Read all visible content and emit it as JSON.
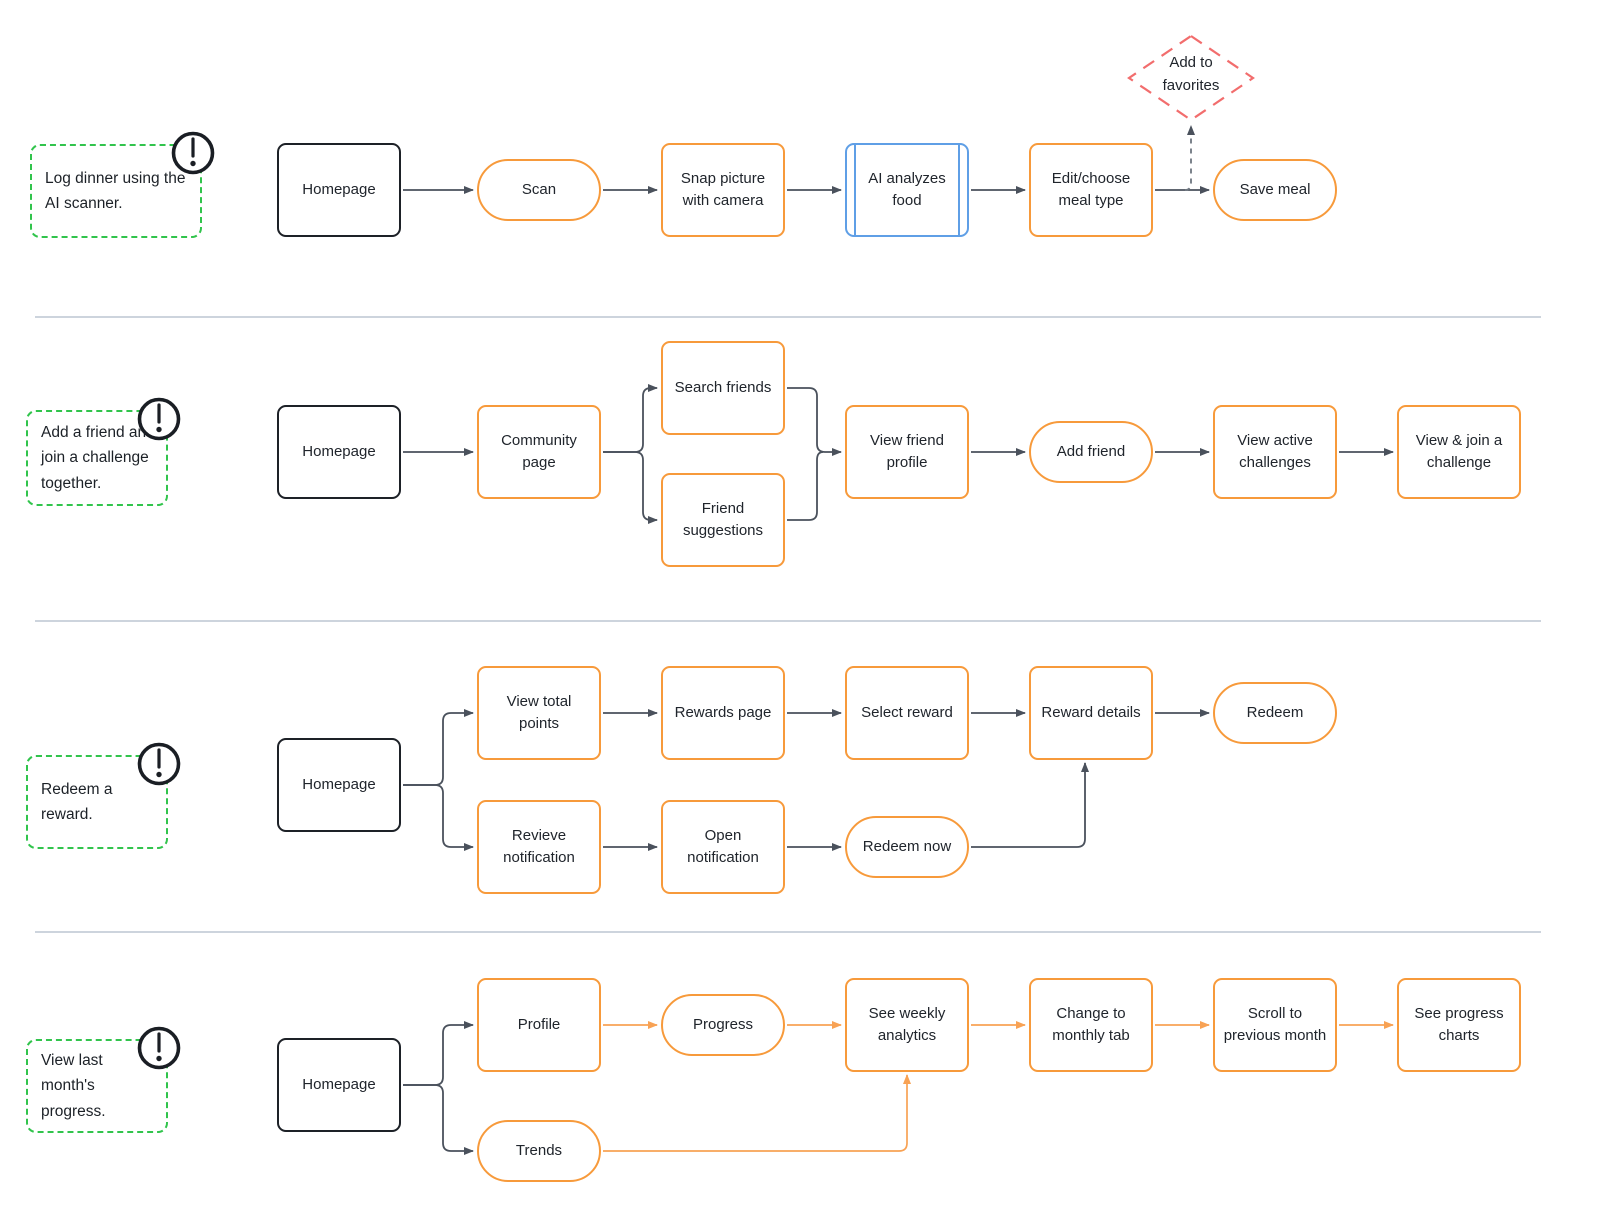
{
  "flows": [
    {
      "goal": "Log dinner using the AI scanner.",
      "nodes": {
        "homepage": "Homepage",
        "scan": "Scan",
        "snap_picture": "Snap picture with camera",
        "ai_analyzes": "AI analyzes food",
        "edit_choose": "Edit/choose meal type",
        "save_meal": "Save meal",
        "add_to_favorites": "Add to favorites"
      }
    },
    {
      "goal": "Add a friend and join a challenge together.",
      "nodes": {
        "homepage": "Homepage",
        "community_page": "Community page",
        "search_friends": "Search friends",
        "friend_suggestions": "Friend suggestions",
        "view_friend_profile": "View friend profile",
        "add_friend": "Add friend",
        "view_active_challenges": "View active challenges",
        "view_join_challenge": "View & join a challenge"
      }
    },
    {
      "goal": "Redeem a reward.",
      "nodes": {
        "homepage": "Homepage",
        "view_total_points": "View total points",
        "rewards_page": "Rewards page",
        "select_reward": "Select reward",
        "reward_details": "Reward details",
        "redeem": "Redeem",
        "revieve_notification": "Revieve notification",
        "open_notification": "Open notification",
        "redeem_now": "Redeem now"
      }
    },
    {
      "goal": "View last month's progress.",
      "nodes": {
        "homepage": "Homepage",
        "profile": "Profile",
        "trends": "Trends",
        "progress": "Progress",
        "see_weekly_analytics": "See weekly analytics",
        "change_monthly_tab": "Change to monthly tab",
        "scroll_previous_month": "Scroll to previous month",
        "see_progress_charts": "See progress charts"
      }
    }
  ],
  "colors": {
    "node_orange": "#f79a3b",
    "node_blue": "#5f9fe6",
    "diamond_red": "#f26d6d",
    "goal_green": "#31c44c",
    "connector_dark": "#4a515c",
    "connector_orange": "#f8a254",
    "divider_gray": "#cdd4dd",
    "canvas_background": "#ffffff"
  }
}
